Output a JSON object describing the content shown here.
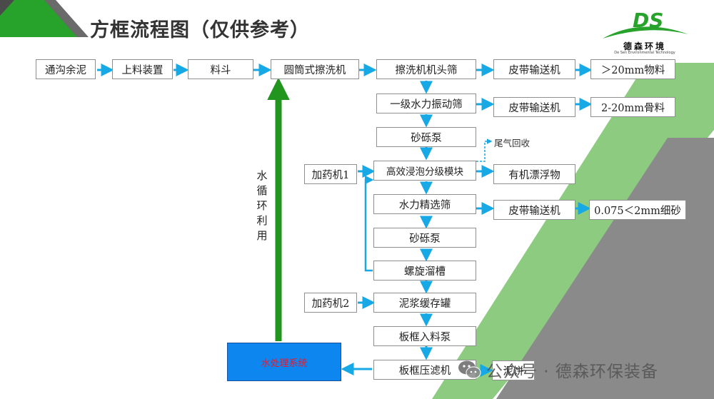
{
  "header": {
    "title": "方框流程图（仅供参考）"
  },
  "logo": {
    "mark": "DS",
    "name_cn": "德森环境",
    "name_en": "De Sen Environmental Technology"
  },
  "flow": {
    "row1": [
      "通沟余泥",
      "上料装置",
      "料斗",
      "圆筒式擦洗机",
      "擦洗机机头筛",
      "皮带输送机",
      "＞20mm物料"
    ],
    "main_column": [
      "一级水力振动筛",
      "砂砾泵",
      "高效浸泡分级模块",
      "水力精选筛",
      "砂砾泵",
      "螺旋溜槽",
      "泥浆缓存罐",
      "板框入料泵",
      "板框压滤机"
    ],
    "side_conveyor_1": "皮带输送机",
    "side_product_1": "2-20mm骨料",
    "side_floating": "有机漂浮物",
    "side_conveyor_2": "皮带输送机",
    "side_product_2": "0.075＜2mm细砂",
    "dosing_1": "加药机1",
    "dosing_2": "加药机2",
    "exhaust": "尾气回收",
    "water_system": "水处理系统",
    "water_cycle_label": "水循环利用",
    "filter_tail": "泥饼"
  },
  "watermark": {
    "text": "公众号 · 德森环保装备",
    "icon": "wechat-icon"
  },
  "colors": {
    "arrow": "#17a8e6",
    "green_arrow": "#22951f",
    "water_box": "#0d86f0",
    "stripe_green": "#7dc46e",
    "stripe_gray": "#8a8a8a",
    "corner_green": "#27a22a",
    "corner_dark": "#555555"
  }
}
